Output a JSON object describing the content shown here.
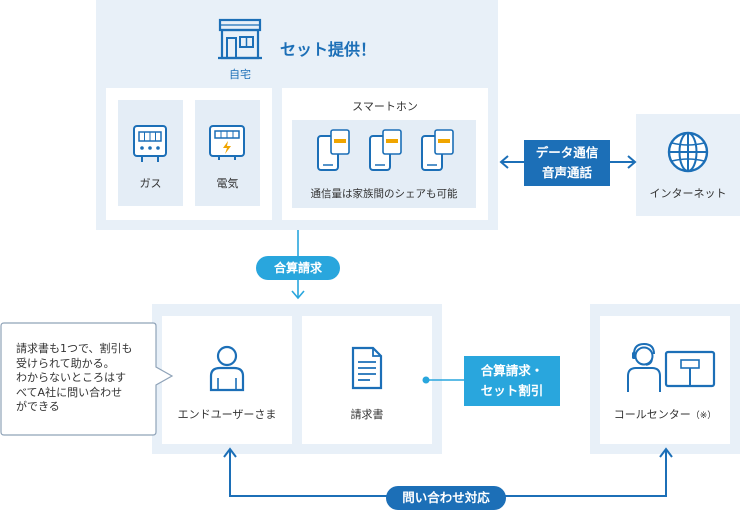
{
  "home": {
    "title": "セット提供！",
    "label": "自宅"
  },
  "gas": {
    "label": "ガス"
  },
  "electric": {
    "label": "電気"
  },
  "smartphone": {
    "title": "スマートホン",
    "caption": "通信量は家族間のシェアも可能"
  },
  "data_voice": {
    "line1": "データ通信",
    "line2": "音声通話"
  },
  "internet": {
    "label": "インターネット"
  },
  "combined_billing": {
    "label": "合算請求"
  },
  "end_user": {
    "label": "エンドユーザーさま"
  },
  "invoice": {
    "label": "請求書"
  },
  "set_discount": {
    "line1": "合算請求・",
    "line2": "セット割引"
  },
  "call_center": {
    "label": "コールセンター",
    "note": "（※）"
  },
  "inquiry": {
    "label": "問い合わせ対応"
  },
  "speech": {
    "lines": [
      "請求書も1つで、割引も",
      "受けられて助かる。",
      "わからないところはす",
      "べてA社に問い合わせ",
      "ができる"
    ]
  },
  "colors": {
    "primary": "#1c6fb7",
    "accent": "#29a6dd",
    "panel": "#e8f0f8",
    "icon": "#1c6fb7"
  }
}
